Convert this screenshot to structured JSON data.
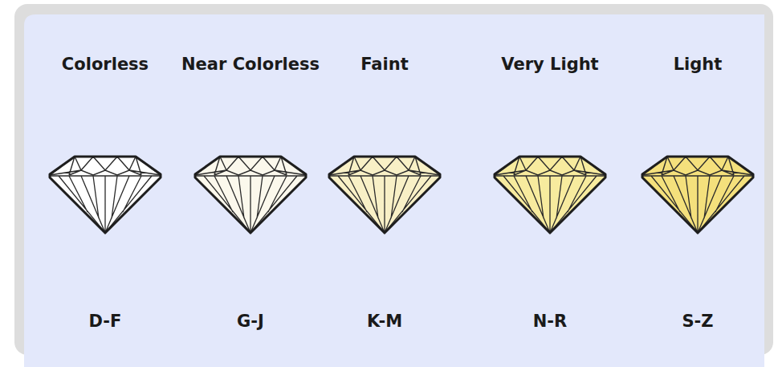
{
  "diagram": {
    "labels": [
      "Colorless",
      "Near Colorless",
      "Faint",
      "Very Light",
      "Light",
      "D-F",
      "G-J",
      "K-M",
      "N-R",
      "S-Z"
    ]
  }
}
